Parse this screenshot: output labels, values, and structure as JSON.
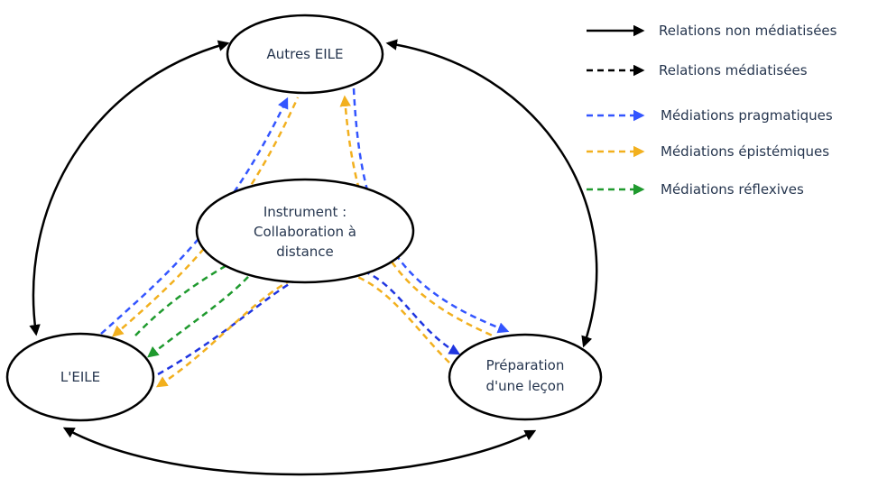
{
  "nodes": {
    "autres_eile": {
      "label": "Autres EILE"
    },
    "instrument": {
      "lines": [
        "Instrument :",
        "Collaboration à",
        "distance"
      ]
    },
    "eile": {
      "label": "L'EILE"
    },
    "preparation": {
      "lines": [
        "Préparation",
        "d'une leçon"
      ]
    }
  },
  "legend": {
    "non_mediated": "Relations non médiatisées",
    "mediated": "Relations médiatisées",
    "pragmatic": "Médiations pragmatiques",
    "epistemic": "Médiations épistémiques",
    "reflexive": "Médiations réflexives"
  },
  "colors": {
    "black": "#000000",
    "blue": "#3355ff",
    "blue_dark": "#1f35e0",
    "orange": "#f2b01e",
    "green": "#1f9a2e",
    "text": "#26364f"
  }
}
